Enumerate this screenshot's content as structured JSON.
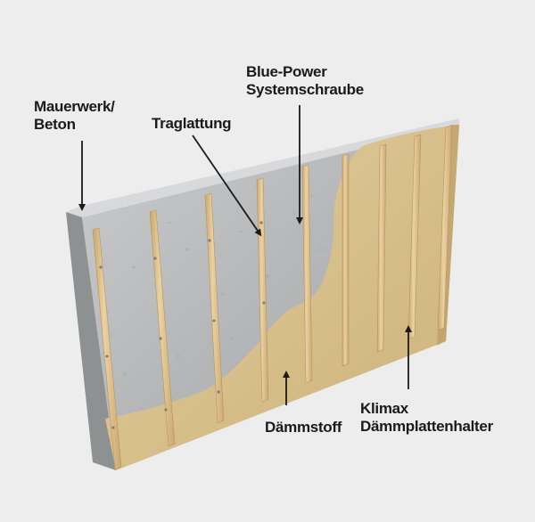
{
  "labels": {
    "mauerwerk": [
      "Mauerwerk/",
      "Beton"
    ],
    "traglattung": "Traglattung",
    "schraube": [
      "Blue-Power",
      "Systemschraube"
    ],
    "daemmstoff": "Dämmstoff",
    "halter": [
      "Klimax",
      "Dämmplattenhalter"
    ]
  },
  "colors": {
    "background": "#ededed",
    "concrete": "#b9bbbc",
    "concrete_dark": "#8e9192",
    "insulation": "#d9c18e",
    "batten": "#e0c38e",
    "arrow": "#1a1a1a"
  }
}
